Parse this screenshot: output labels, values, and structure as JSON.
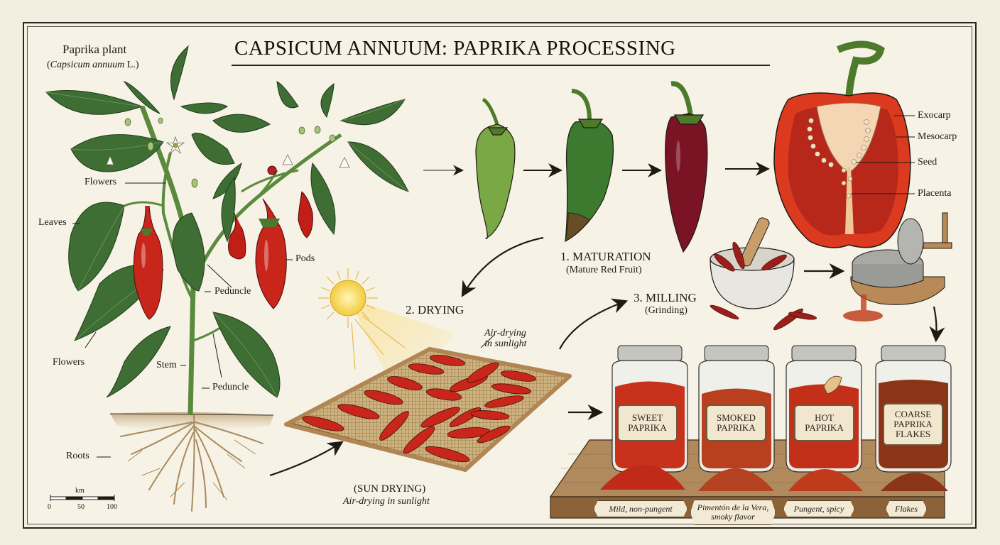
{
  "title": "CAPSICUM ANNUUM: PAPRIKA PROCESSING",
  "plant": {
    "name": "Paprika plant",
    "scientific_prefix": "(",
    "scientific_name": "Capsicum annuum",
    "scientific_suffix": " L.)",
    "labels": {
      "flowers_top": "Flowers",
      "leaves": "Leaves",
      "pods": "Pods",
      "peduncle_upper": "Peduncle",
      "flowers_lower": "Flowers",
      "stem": "Stem",
      "peduncle_lower": "Peduncle",
      "roots": "Roots"
    }
  },
  "scale_bar": {
    "unit": "km",
    "ticks": [
      "0",
      "50",
      "100"
    ]
  },
  "cross_section": {
    "labels": [
      "Exocarp",
      "Mesocarp",
      "Seed",
      "Placenta"
    ]
  },
  "steps": {
    "maturation": {
      "title": "1. MATURATION",
      "subtitle": "(Mature Red Fruit)"
    },
    "drying": {
      "title": "2. DRYING",
      "annotation_line1": "Air-drying",
      "annotation_line2": "in sunlight"
    },
    "sun_drying": {
      "title": "(SUN DRYING)",
      "subtitle": "Air-drying in sunlight"
    },
    "milling": {
      "title": "3. MILLING",
      "subtitle": "(Grinding)"
    }
  },
  "jars": [
    {
      "label_line1": "SWEET",
      "label_line2": "PAPRIKA",
      "label_line3": "",
      "tag_line1": "Mild, non-pungent",
      "tag_line2": "",
      "color": "#c8321c"
    },
    {
      "label_line1": "SMOKED",
      "label_line2": "PAPRIKA",
      "label_line3": "",
      "tag_line1": "Pimentón de la Vera,",
      "tag_line2": "smoky flavor",
      "color": "#b8401e"
    },
    {
      "label_line1": "HOT",
      "label_line2": "PAPRIKA",
      "label_line3": "",
      "tag_line1": "Pungent, spicy",
      "tag_line2": "",
      "color": "#c2301a"
    },
    {
      "label_line1": "COARSE",
      "label_line2": "PAPRIKA",
      "label_line3": "FLAKES",
      "tag_line1": "Flakes",
      "tag_line2": "",
      "color": "#8a3418"
    }
  ],
  "colors": {
    "paper": "#f4eee0",
    "ink": "#1e1a14",
    "leaf_green": "#3f6e34",
    "pepper_red": "#c8261a",
    "pepper_dark_red": "#6e1020",
    "unripe_green": "#6a9a3a",
    "wood": "#b48a5a",
    "sun_yellow": "#f4d04a"
  }
}
